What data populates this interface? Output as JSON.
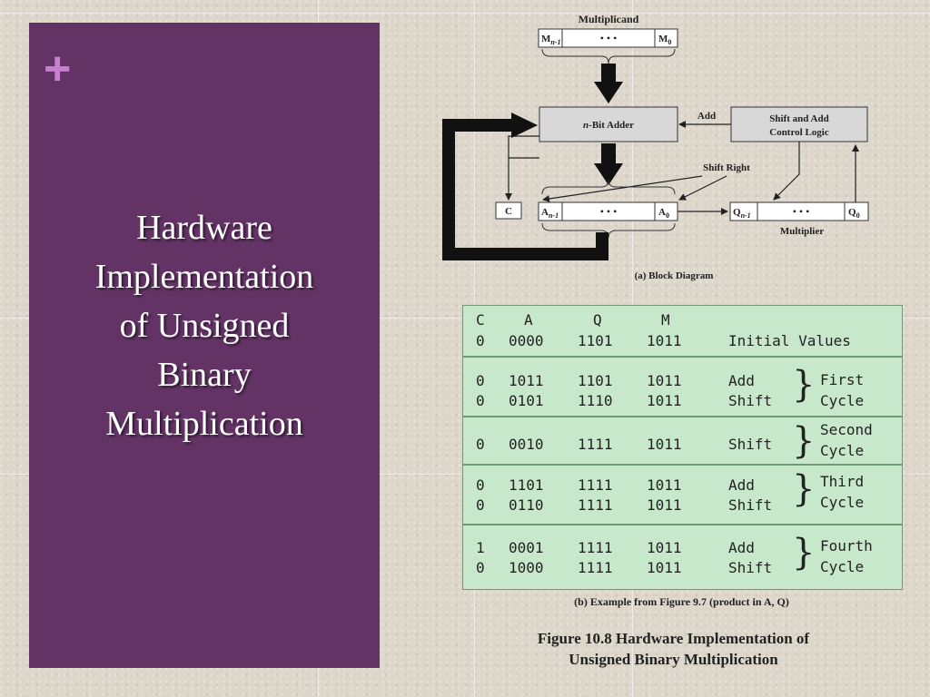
{
  "slide": {
    "plus": "+",
    "title_lines": [
      "Hardware",
      "Implementation",
      "of Unsigned",
      "Binary",
      "Multiplication"
    ]
  },
  "diagram": {
    "multiplicand_label": "Multiplicand",
    "m_high": "M",
    "m_high_sub": "n-1",
    "m_low": "M",
    "m_low_sub": "0",
    "dots": "• • •",
    "adder_prefix": "n",
    "adder_label": "-Bit Adder",
    "add_label": "Add",
    "control_line1": "Shift and Add",
    "control_line2": "Control Logic",
    "shift_right_label": "Shift Right",
    "c_label": "C",
    "a_high": "A",
    "a_high_sub": "n-1",
    "a_low": "A",
    "a_low_sub": "0",
    "q_high": "Q",
    "q_high_sub": "n-1",
    "q_low": "Q",
    "q_low_sub": "0",
    "multiplier_label": "Multiplier",
    "caption_a": "(a) Block Diagram"
  },
  "table": {
    "headers": [
      "C",
      "A",
      "Q",
      "M"
    ],
    "initial": {
      "c": "0",
      "a": "0000",
      "q": "1101",
      "m": "1011",
      "op": "Initial Values"
    },
    "groups": [
      {
        "cycle": [
          "First",
          "Cycle"
        ],
        "rows": [
          {
            "c": "0",
            "a": "1011",
            "q": "1101",
            "m": "1011",
            "op": "Add"
          },
          {
            "c": "0",
            "a": "0101",
            "q": "1110",
            "m": "1011",
            "op": "Shift"
          }
        ]
      },
      {
        "cycle": [
          "Second",
          "Cycle"
        ],
        "rows": [
          {
            "c": "0",
            "a": "0010",
            "q": "1111",
            "m": "1011",
            "op": "Shift"
          }
        ]
      },
      {
        "cycle": [
          "Third",
          "Cycle"
        ],
        "rows": [
          {
            "c": "0",
            "a": "1101",
            "q": "1111",
            "m": "1011",
            "op": "Add"
          },
          {
            "c": "0",
            "a": "0110",
            "q": "1111",
            "m": "1011",
            "op": "Shift"
          }
        ]
      },
      {
        "cycle": [
          "Fourth",
          "Cycle"
        ],
        "rows": [
          {
            "c": "1",
            "a": "0001",
            "q": "1111",
            "m": "1011",
            "op": "Add"
          },
          {
            "c": "0",
            "a": "1000",
            "q": "1111",
            "m": "1011",
            "op": "Shift"
          }
        ]
      }
    ],
    "caption_b": "(b) Example from Figure 9.7 (product in A, Q)"
  },
  "figure_caption_lines": [
    "Figure 10.8  Hardware Implementation of",
    "Unsigned Binary Multiplication"
  ],
  "colors": {
    "panel": "#633366",
    "plus": "#c77fd0",
    "table_bg": "#c8e8cc",
    "table_border": "#6d9a72",
    "box_fill": "#d8d8d8"
  }
}
